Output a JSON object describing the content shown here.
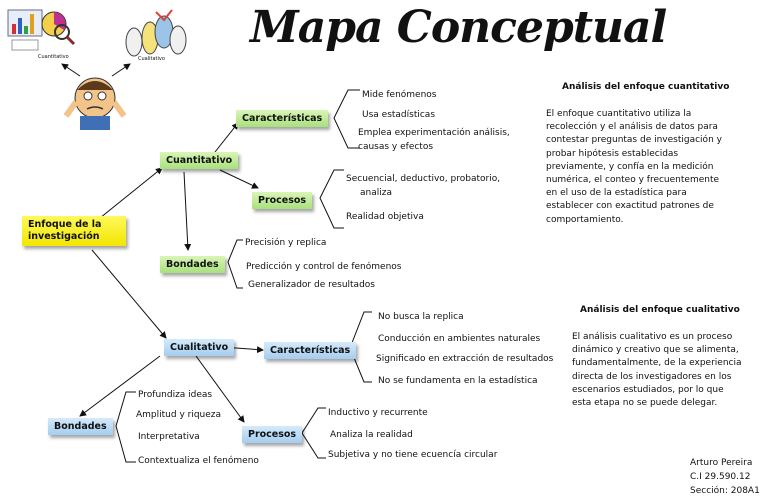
{
  "title": "Mapa Conceptual",
  "root": "Enfoque de la investigación",
  "figure_labels": {
    "left": "Cuantitativo",
    "right": "Cualitativo"
  },
  "cuantitativo": {
    "label": "Cuantitativo",
    "caracteristicas": {
      "label": "Características",
      "items": [
        "Mide fenómenos",
        "Usa estadísticas",
        "Emplea experimentación análisis,",
        "causas y efectos"
      ]
    },
    "procesos": {
      "label": "Procesos",
      "items": [
        "Secuencial, deductivo, probatorio,",
        "analiza",
        "Realidad objetiva"
      ]
    },
    "bondades": {
      "label": "Bondades",
      "items": [
        "Precisión y replica",
        "Predicción y control de fenómenos",
        "Generalizador de resultados"
      ]
    }
  },
  "cualitativo": {
    "label": "Cualitativo",
    "caracteristicas": {
      "label": "Características",
      "items": [
        "No busca la replica",
        "Conducción en ambientes naturales",
        "Significado en extracción de resultados",
        "No se fundamenta en la estadística"
      ]
    },
    "procesos": {
      "label": "Procesos",
      "items": [
        "Inductivo y recurrente",
        "Analiza la realidad",
        "Subjetiva y no tiene ecuencía circular"
      ]
    },
    "bondades": {
      "label": "Bondades",
      "items": [
        "Profundiza ideas",
        "Amplitud y riqueza",
        "Interpretativa",
        "Contextualiza el fenómeno"
      ]
    }
  },
  "analisis_cuantitativo": {
    "heading": "Análisis del enfoque cuantitativo",
    "text": "El enfoque cuantitativo utiliza la recolección y el análisis de datos para contestar preguntas de investigación y probar hipótesis establecidas previamente, y confía en la medición numérica, el conteo y frecuentemente en el uso de la estadística para establecer con exactitud patrones de comportamiento."
  },
  "analisis_cualitativo": {
    "heading": "Análisis del enfoque cualitativo",
    "text": "El análisis cualitativo es un proceso dinámico y creativo que se alimenta, fundamentalmente, de la experiencia directa de los investigadores en los escenarios estudiados, por lo que esta etapa no se puede delegar."
  },
  "author": {
    "name": "Arturo Pereira",
    "ci": "C.I 29.590.12",
    "section": "Sección: 208A1"
  },
  "colors": {
    "yellow": "#f2e600",
    "green": "#a9e07c",
    "blue": "#a4cdf0"
  }
}
